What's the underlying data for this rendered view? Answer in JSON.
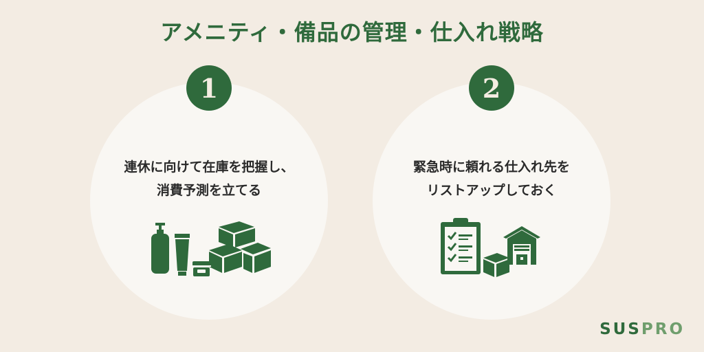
{
  "title": "アメニティ・備品の管理・仕入れ戦略",
  "colors": {
    "accent": "#2f6a3c",
    "background": "#f3ece3",
    "circle": "#f9f7f3"
  },
  "steps": [
    {
      "number": "1",
      "lines": [
        "連休に向けて在庫を把握し、",
        "消費予測を立てる"
      ],
      "icon": "amenity-bottles-and-boxes-icon"
    },
    {
      "number": "2",
      "lines": [
        "緊急時に頼れる仕入れ先を",
        "リストアップしておく"
      ],
      "icon": "checklist-warehouse-box-icon"
    }
  ],
  "brand": {
    "part1": "SUS",
    "part2": "PRO"
  }
}
